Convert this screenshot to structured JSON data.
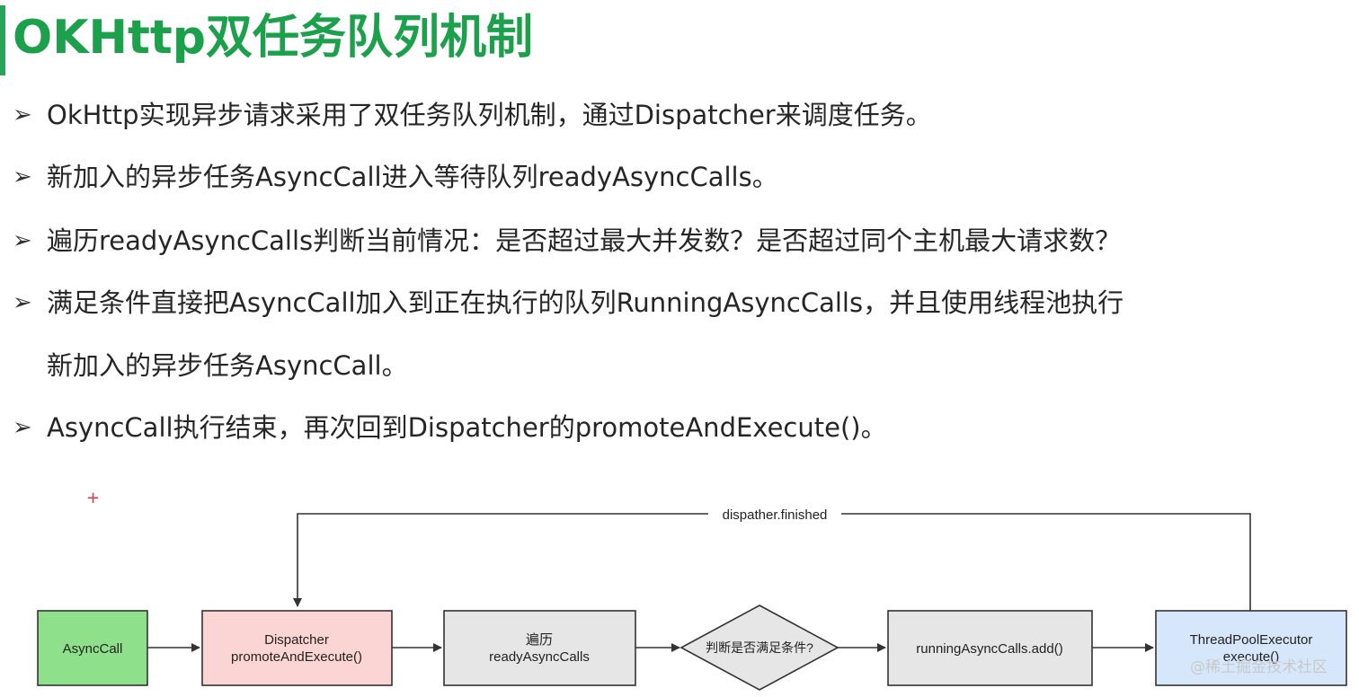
{
  "title": "OKHttp双任务队列机制",
  "bullets": [
    {
      "marker": "➢",
      "text": "OkHttp实现异步请求采用了双任务队列机制，通过Dispatcher来调度任务。"
    },
    {
      "marker": "➢",
      "text": "新加入的异步任务AsyncCall进入等待队列readyAsyncCalls。"
    },
    {
      "marker": "➢",
      "text": "遍历readyAsyncCalls判断当前情况：是否超过最大并发数？是否超过同个主机最大请求数？"
    },
    {
      "marker": "➢",
      "text": "满足条件直接把AsyncCall加入到正在执行的队列RunningAsyncCalls，并且使用线程池执行"
    },
    {
      "marker": "➢",
      "text": "AsyncCall执行结束，再次回到Dispatcher的promoteAndExecute()。"
    }
  ],
  "bullet_continuation": "新加入的异步任务AsyncCall。",
  "cursor_mark": "+",
  "diagram": {
    "nodes": {
      "asynccall": {
        "line1": "AsyncCall",
        "line2": "",
        "fill": "#8fe08a"
      },
      "dispatcher": {
        "line1": "Dispatcher",
        "line2": "promoteAndExecute()",
        "fill": "#fbd5d3"
      },
      "ready": {
        "line1": "遍历",
        "line2": "readyAsyncCalls",
        "fill": "#e6e6e6"
      },
      "decision": {
        "line1": "判断是否满足条件?",
        "line2": "",
        "fill": "#e6e6e6"
      },
      "running": {
        "line1": "runningAsyncCalls.add()",
        "line2": "",
        "fill": "#e6e6e6"
      },
      "executor": {
        "line1": "ThreadPoolExecutor",
        "line2": "execute()",
        "fill": "#d6e7fb"
      }
    },
    "feedback_label": "dispather.finished"
  },
  "watermark": "@稀土掘金技术社区",
  "colors": {
    "title": "#1ca04b",
    "accent_bar": "#2aa35a",
    "edge": "#333333"
  }
}
